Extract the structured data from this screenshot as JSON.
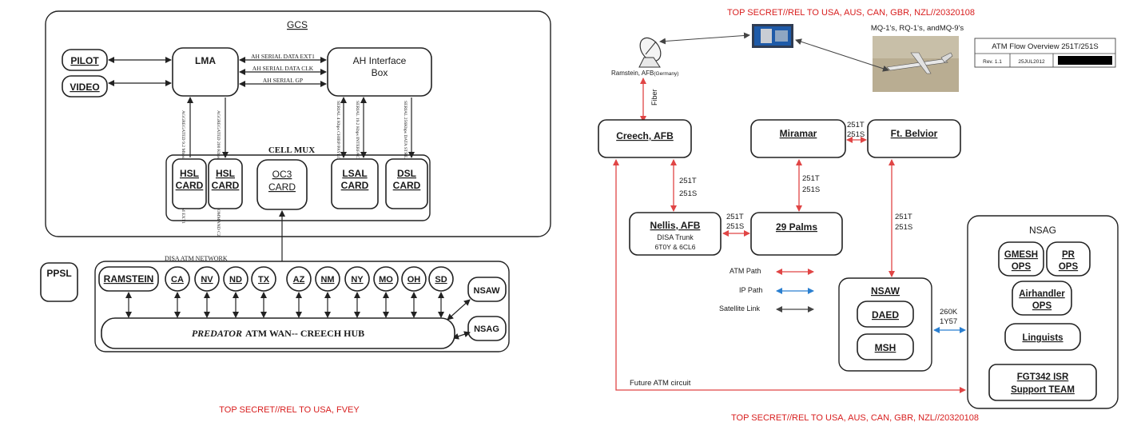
{
  "left_diagram": {
    "gcs_title": "GCS",
    "pilot": "PILOT",
    "video": "VIDEO",
    "lma": "LMA",
    "ah_box_line1": "AH Interface",
    "ah_box_line2": "Box",
    "links": [
      "AH SERIAL DATA EXT1",
      "AH SERIAL DATA CLK",
      "AH SERIAL GP"
    ],
    "cell_mux": "CELL MUX",
    "card_label": "CARD",
    "cards": [
      "HSL",
      "HSL",
      "OC3",
      "LSAL",
      "DSL"
    ],
    "vertical_notes": [
      "AGGREGATED 9.2 Mbps PAYLOAD DATA STREAM EXT1",
      "AGGREGATED 200 Kbps PLATFORM PAYLOAD/COMMAND C2",
      "SERIAL 4 Kbps CHIRP/PAYLOAD INFO",
      "SERIAL 19.2 Kbps INTERFACE MONITOR",
      "SERIAL 256Kbps DATA STREAM & CLOCK"
    ],
    "network_label": "DISA ATM NETWORK",
    "ppsl": "PPSL",
    "nodes": [
      "RAMSTEIN",
      "CA",
      "NV",
      "ND",
      "TX",
      "AZ",
      "NM",
      "NY",
      "MO",
      "OH",
      "SD"
    ],
    "nsaw": "NSAW",
    "nsag": "NSAG",
    "hub_italic": "PREDATOR",
    "hub_rest": "ATM WAN-- CREECH HUB",
    "classification": "TOP SECRET//REL TO USA, FVEY"
  },
  "right_diagram": {
    "classification": "TOP SECRET//REL TO USA, AUS, CAN, GBR, NZL//20320108",
    "ramstein_main": "Ramstein, AFB",
    "ramstein_sub": "(Germany)",
    "aircraft_caption": "MQ-1's, RQ-1's, andMQ-9's",
    "fiber": "Fiber",
    "title_box": {
      "title": "ATM Flow Overview 251T/251S",
      "rev": "Rev. 1.1",
      "date": "25JUL2012"
    },
    "creech": "Creech, AFB",
    "miramar": "Miramar",
    "belvoir": "Ft. Belvior",
    "nellis": "Nellis, AFB",
    "nellis_sub1": "DISA Trunk",
    "nellis_sub2": "6T0Y & 6CL6",
    "palms": "29 Palms",
    "circuit_a": "251T",
    "circuit_b": "251S",
    "legend": [
      {
        "label": "ATM Path",
        "color": "#e04545"
      },
      {
        "label": "IP Path",
        "color": "#2a7fd0"
      },
      {
        "label": "Satellite Link",
        "color": "#333333"
      }
    ],
    "nsaw": "NSAW",
    "daed": "DAED",
    "msh": "MSH",
    "ip_a": "260K",
    "ip_b": "1Y57",
    "nsag": "NSAG",
    "gmesh_1": "GMESH",
    "gmesh_2": "OPS",
    "pr_1": "PR",
    "pr_2": "OPS",
    "air_1": "Airhandler",
    "air_2": "OPS",
    "linguists": "Linguists",
    "fgt_1": "FGT342 ISR",
    "fgt_2": "Support TEAM",
    "future": "Future ATM circuit",
    "classification_bottom": "TOP SECRET//REL TO USA, AUS, CAN, GBR, NZL//20320108"
  }
}
